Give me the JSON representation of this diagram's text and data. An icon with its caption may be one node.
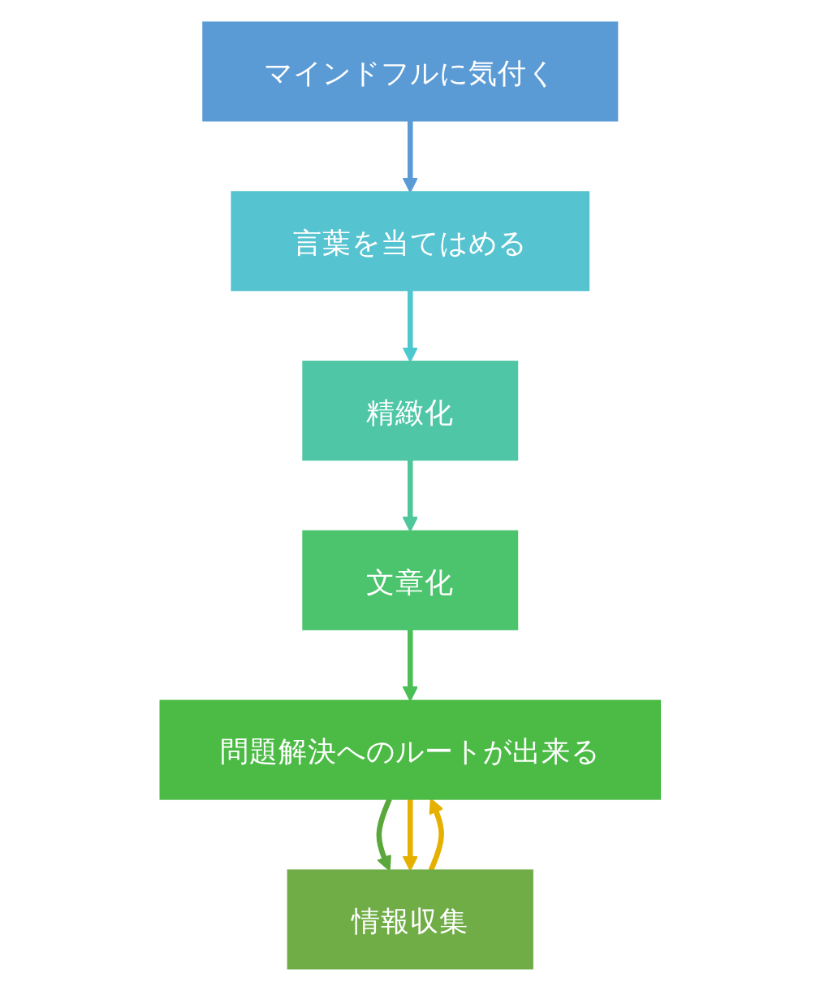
{
  "diagram": {
    "nodes": [
      {
        "text": [
          "マインドフルに気付く"
        ]
      },
      {
        "text": [
          "言葉を当てはめる"
        ]
      },
      {
        "text": [
          "精緻化"
        ]
      },
      {
        "text": [
          "文章化"
        ]
      },
      {
        "text": [
          "問題解決へのルートが出来る"
        ]
      },
      {
        "text": [
          "情報収集"
        ]
      }
    ],
    "edges": [
      {
        "from": 0,
        "to": 1,
        "arrow": "to",
        "color": "#5b9bd5"
      },
      {
        "from": 1,
        "to": 2,
        "arrow": "to",
        "color": "#4ec8cf"
      },
      {
        "from": 2,
        "to": 3,
        "arrow": "to",
        "color": "#4fc79a"
      },
      {
        "from": 3,
        "to": 4,
        "arrow": "to",
        "color": "#4bbf55"
      },
      {
        "from": 4,
        "to": 5,
        "arrow": "to",
        "color": "#5aa83c"
      },
      {
        "from": 4,
        "to": 5,
        "arrow": "to",
        "color": "#e6b000"
      },
      {
        "from": 5,
        "to": 4,
        "arrow": "to",
        "color": "#e6b000"
      }
    ]
  }
}
